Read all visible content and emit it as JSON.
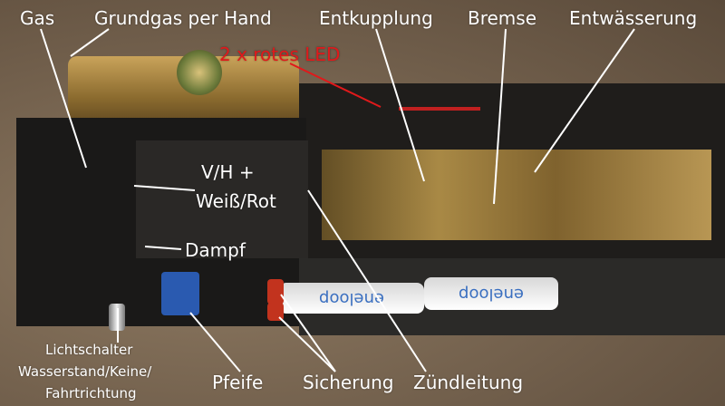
{
  "labels": {
    "gas": "Gas",
    "grundgas": "Grundgas per Hand",
    "entkupplung": "Entkupplung",
    "bremse": "Bremse",
    "entwaesserung": "Entwässerung",
    "led": "2 x rotes LED",
    "vh": "V/H +",
    "weissrot": "Weiß/Rot",
    "dampf": "Dampf",
    "lichtschalter": "Lichtschalter",
    "wasserstand": "Wasserstand/Keine/",
    "fahrtrichtung": "Fahrtrichtung",
    "pfeife": "Pfeife",
    "sicherung": "Sicherung",
    "zuendleitung": "Zündleitung"
  },
  "battery_text": "eneloop"
}
